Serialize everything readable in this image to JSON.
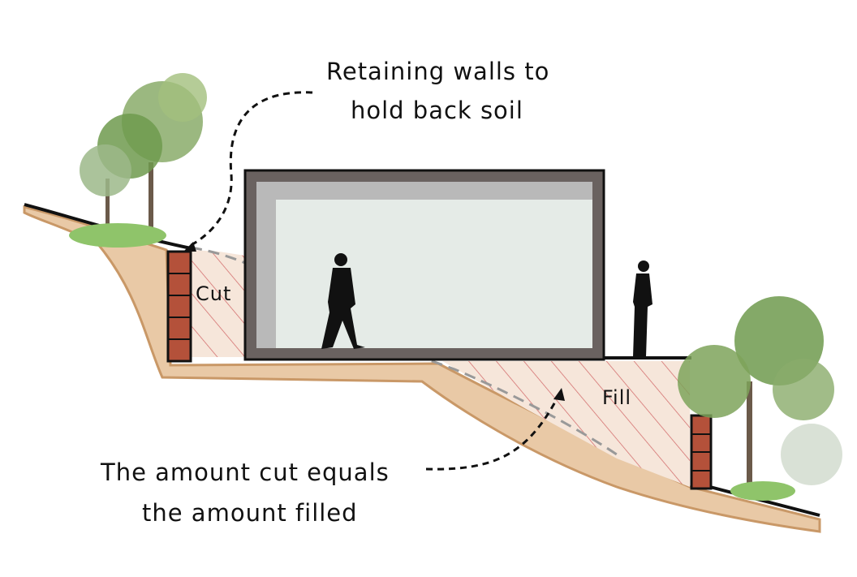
{
  "annotations": {
    "retaining_line1": "Retaining walls to",
    "retaining_line2": "hold back soil",
    "cut_label": "Cut",
    "fill_label": "Fill",
    "balance_line1": "The amount cut equals",
    "balance_line2": "the amount filled"
  },
  "colors": {
    "soil": "#e9c9a6",
    "soil_edge": "#c99867",
    "brick": "#b4513a",
    "frame": "#6a6260",
    "interior": "#e5ebe7",
    "hatch": "#d26a6a",
    "foliage": "#6f9a4e"
  }
}
